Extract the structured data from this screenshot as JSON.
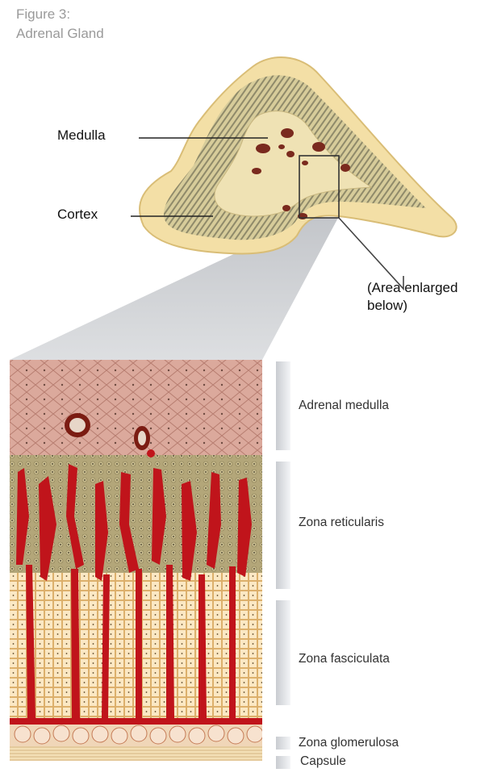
{
  "figure": {
    "title_line1": "Figure 3:",
    "title_line2": "Adrenal Gland"
  },
  "gland_labels": {
    "medulla": "Medulla",
    "cortex": "Cortex",
    "enlarged_line1": "(Area enlarged",
    "enlarged_line2": "below)"
  },
  "zones": [
    {
      "label": "Adrenal medulla"
    },
    {
      "label": "Zona reticularis"
    },
    {
      "label": "Zona fasciculata"
    },
    {
      "label": "Zona glomerulosa"
    },
    {
      "label": "Capsule"
    }
  ],
  "colors": {
    "gland_outer": "#f3dfa6",
    "gland_cortex_stripe": "#9a9270",
    "gland_medulla": "#efe2b4",
    "vessel_red": "#c0141b",
    "medulla_tissue": "#d9a79a",
    "reticularis_tissue": "#a89a6c",
    "fasciculata_tissue": "#f4d9a4",
    "zone_bar": "#e3e5e8"
  }
}
